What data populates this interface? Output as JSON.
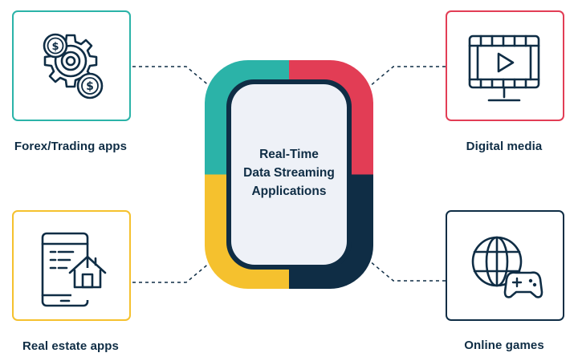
{
  "center": {
    "lines": [
      "Real-Time",
      "Data Streaming",
      "Applications"
    ]
  },
  "nodes": [
    {
      "id": "forex",
      "label": "Forex/Trading apps",
      "color": "#2bb3a8",
      "icon": "gear-dollar-coins-icon"
    },
    {
      "id": "digital",
      "label": "Digital media",
      "color": "#e23d55",
      "icon": "video-monitor-icon"
    },
    {
      "id": "realestate",
      "label": "Real estate apps",
      "color": "#f5c12e",
      "icon": "phone-house-icon"
    },
    {
      "id": "games",
      "label": "Online games",
      "color": "#0f2d45",
      "icon": "globe-gamepad-icon"
    }
  ],
  "colors": {
    "teal": "#2bb3a8",
    "red": "#e23d55",
    "yellow": "#f5c12e",
    "navy": "#0f2d45",
    "inner_fill": "#eef1f7"
  }
}
